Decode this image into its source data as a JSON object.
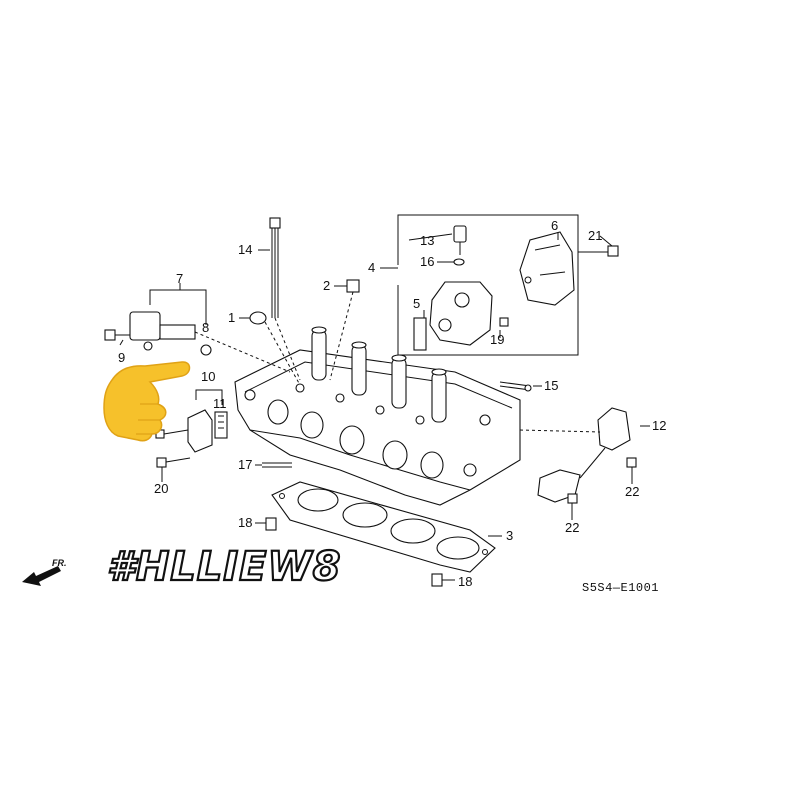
{
  "diagram_code": "S5S4—E1001",
  "direction_label": "FR.",
  "watermark": "#HLLIEW8",
  "watermark_icon": "pointing-hand-emoji",
  "colors": {
    "hand": "#f6c12b",
    "hand_shade": "#e0a216",
    "ink": "#111111"
  },
  "callouts": {
    "c1": "1",
    "c2": "2",
    "c3": "3",
    "c4": "4",
    "c5": "5",
    "c6": "6",
    "c7": "7",
    "c8": "8",
    "c9": "9",
    "c10": "10",
    "c11": "11",
    "c12": "12",
    "c13": "13",
    "c14": "14",
    "c15": "15",
    "c16": "16",
    "c17": "17",
    "c18a": "18",
    "c18b": "18",
    "c19": "19",
    "c20": "20",
    "c21": "21",
    "c22a": "22",
    "c22b": "22"
  }
}
